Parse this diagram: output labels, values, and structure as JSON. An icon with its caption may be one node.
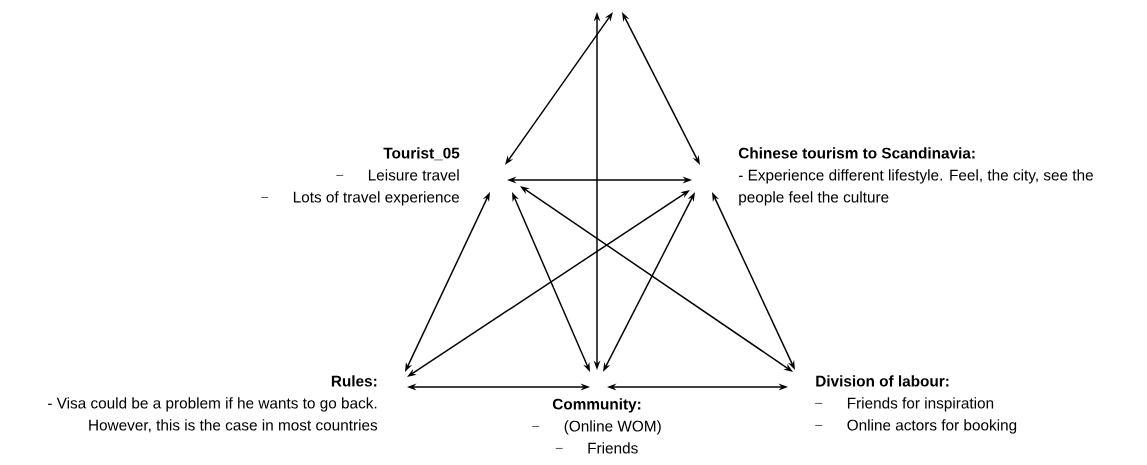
{
  "diagram": {
    "nodes": [
      {
        "text": [
          "Tourist_05",
          "Leisure travel",
          "Lots of travel experience"
        ]
      },
      {
        "text": [
          "Chinese tourism to Scandinavia:",
          "- Experience different lifestyle. Feel, the city, see the people feel the culture"
        ]
      },
      {
        "text": [
          "Rules:",
          "- Visa could be a problem if he wants to go back. However, this is the case in most countries"
        ]
      },
      {
        "text": [
          "Community:",
          "(Online WOM)",
          "Friends"
        ]
      },
      {
        "text": [
          "Division of labour:",
          "Friends for inspiration",
          "Online actors for booking"
        ]
      }
    ],
    "edges": [
      {
        "from": null,
        "to": 0,
        "arrow": "both"
      },
      {
        "from": null,
        "to": 1,
        "arrow": "both"
      },
      {
        "from": null,
        "to": 3,
        "arrow": "both"
      },
      {
        "from": 0,
        "to": 1,
        "arrow": "both"
      },
      {
        "from": 0,
        "to": 2,
        "arrow": "both"
      },
      {
        "from": 0,
        "to": 3,
        "arrow": "both"
      },
      {
        "from": 0,
        "to": 4,
        "arrow": "both"
      },
      {
        "from": 1,
        "to": 2,
        "arrow": "both"
      },
      {
        "from": 1,
        "to": 3,
        "arrow": "both"
      },
      {
        "from": 1,
        "to": 4,
        "arrow": "both"
      },
      {
        "from": 2,
        "to": 3,
        "arrow": "both"
      },
      {
        "from": 3,
        "to": 4,
        "arrow": "both"
      }
    ]
  }
}
